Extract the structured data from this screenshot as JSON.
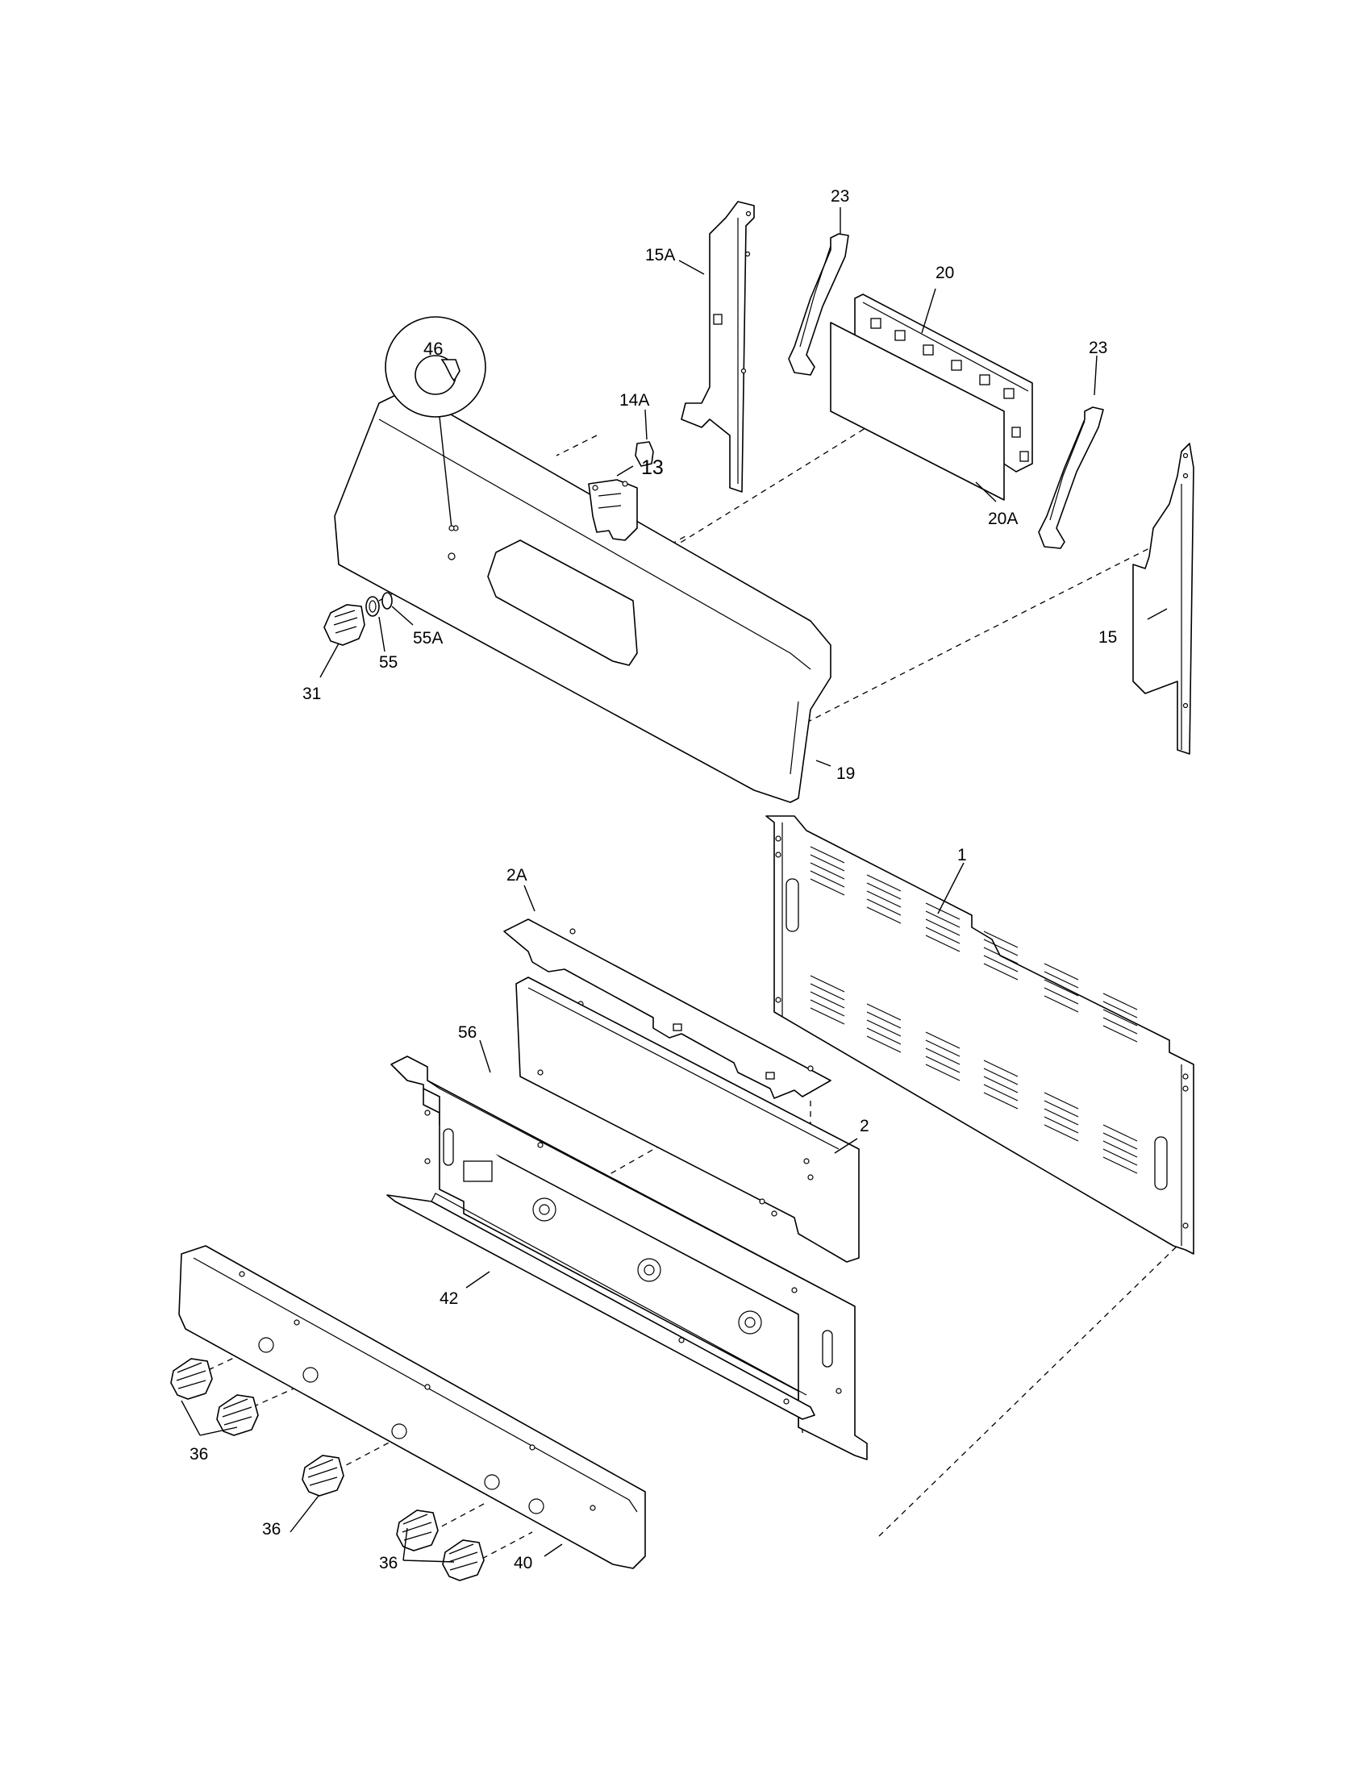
{
  "diagram": {
    "type": "exploded-parts-view",
    "line_color": "#000000",
    "background": "#ffffff"
  },
  "callouts": {
    "c1": "1",
    "c2": "2",
    "c2A": "2A",
    "c13": "13",
    "c14A": "14A",
    "c15": "15",
    "c15A": "15A",
    "c19": "19",
    "c20": "20",
    "c20A": "20A",
    "c23a": "23",
    "c23b": "23",
    "c31": "31",
    "c36a": "36",
    "c36b": "36",
    "c36c": "36",
    "c40": "40",
    "c42": "42",
    "c46": "46",
    "c55": "55",
    "c55A": "55A",
    "c56": "56"
  }
}
